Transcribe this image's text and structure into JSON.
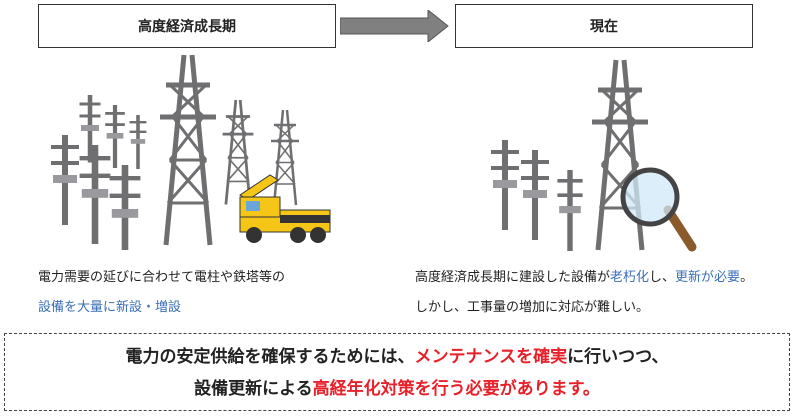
{
  "header": {
    "left_label": "高度経済成長期",
    "right_label": "現在"
  },
  "left_caption": {
    "line1": "電力需要の延びに合わせて電柱や鉄塔等の",
    "line2_highlight": "設備を大量に新設・増設"
  },
  "right_caption": {
    "line1_part1": "高度経済成長期に建設した設備が",
    "line1_highlight1": "老朽化",
    "line1_part2": "し、",
    "line1_highlight2": "更新が必要",
    "line1_part3": "。",
    "line2": "しかし、工事量の増加に対応が難しい。"
  },
  "summary": {
    "line1_part1": "電力の安定供給を確保するためには、",
    "line1_highlight": "メンテナンスを確実",
    "line1_part2": "に行いつつ、",
    "line2_part1": "設備更新による",
    "line2_highlight": "高経年化対策を行う必要があります。"
  },
  "colors": {
    "highlight_blue": "#3b6fb6",
    "highlight_red": "#e8202a",
    "arrow_gray": "#808080",
    "tower_gray": "#6f6f72",
    "crane_yellow": "#f5c518"
  },
  "icons": [
    "right-arrow-icon",
    "transmission-tower-icon",
    "utility-pole-icon",
    "crane-truck-icon",
    "magnifying-glass-icon"
  ]
}
